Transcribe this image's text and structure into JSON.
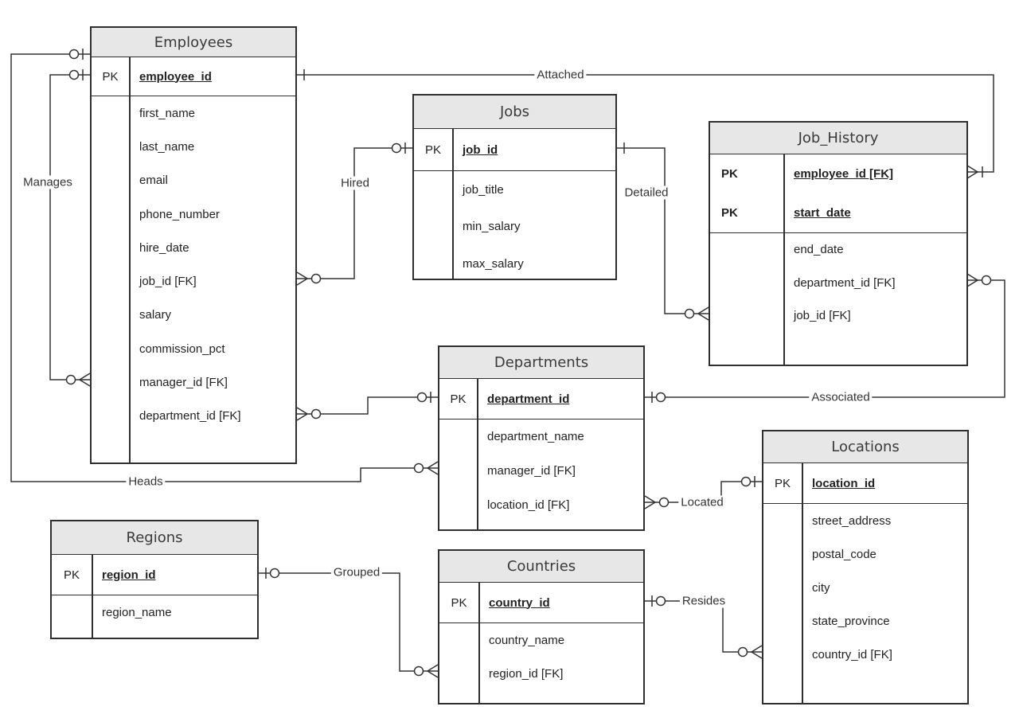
{
  "labels": {
    "pk": "PK"
  },
  "colors": {
    "header_fill": "#e7e7e7",
    "border": "#2f2f2f",
    "line": "#333333",
    "text": "#222222"
  },
  "tables": {
    "employees": {
      "name": "Employees",
      "primary_keys": [
        "employee_id"
      ],
      "fields": [
        "first_name",
        "last_name",
        "email",
        "phone_number",
        "hire_date",
        "job_id [FK]",
        "salary",
        "commission_pct",
        "manager_id [FK]",
        "department_id [FK]"
      ]
    },
    "jobs": {
      "name": "Jobs",
      "primary_keys": [
        "job_id"
      ],
      "fields": [
        "job_title",
        "min_salary",
        "max_salary"
      ]
    },
    "job_history": {
      "name": "Job_History",
      "primary_keys": [
        "employee_id [FK]",
        "start_date"
      ],
      "fields": [
        "end_date",
        "department_id [FK]",
        "job_id [FK]"
      ]
    },
    "departments": {
      "name": "Departments",
      "primary_keys": [
        "department_id"
      ],
      "fields": [
        "department_name",
        "manager_id [FK]",
        "location_id [FK]"
      ]
    },
    "locations": {
      "name": "Locations",
      "primary_keys": [
        "location_id"
      ],
      "fields": [
        "street_address",
        "postal_code",
        "city",
        "state_province",
        "country_id [FK]"
      ]
    },
    "regions": {
      "name": "Regions",
      "primary_keys": [
        "region_id"
      ],
      "fields": [
        "region_name"
      ]
    },
    "countries": {
      "name": "Countries",
      "primary_keys": [
        "country_id"
      ],
      "fields": [
        "country_name",
        "region_id [FK]"
      ]
    }
  },
  "relationships": {
    "manages": {
      "label": "Manages",
      "from": "Employees.employee_id",
      "to": "Employees.manager_id [FK]",
      "from_end": "zero-or-one",
      "to_end": "zero-or-many"
    },
    "heads": {
      "label": "Heads",
      "from": "Employees.employee_id",
      "to": "Departments.manager_id [FK]",
      "from_end": "zero-or-one",
      "to_end": "zero-or-many"
    },
    "hired": {
      "label": "Hired",
      "from": "Jobs.job_id",
      "to": "Employees.job_id [FK]",
      "from_end": "zero-or-one",
      "to_end": "zero-or-many"
    },
    "attached": {
      "label": "Attached",
      "from": "Employees.employee_id",
      "to": "Job_History.employee_id [FK]",
      "from_end": "one",
      "to_end": "one-or-many"
    },
    "detailed": {
      "label": "Detailed",
      "from": "Jobs.job_id",
      "to": "Job_History.job_id [FK]",
      "from_end": "one",
      "to_end": "zero-or-many"
    },
    "associated": {
      "label": "Associated",
      "from": "Departments.department_id",
      "to": "Job_History.department_id [FK]",
      "from_end": "one-or-zero",
      "to_end": "zero-or-many"
    },
    "assigned": {
      "label": "",
      "from": "Departments.department_id",
      "to": "Employees.department_id [FK]",
      "from_end": "zero-or-one",
      "to_end": "zero-or-many"
    },
    "located": {
      "label": "Located",
      "from": "Locations.location_id",
      "to": "Departments.location_id [FK]",
      "from_end": "zero-or-one",
      "to_end": "zero-or-many"
    },
    "grouped": {
      "label": "Grouped",
      "from": "Regions.region_id",
      "to": "Countries.region_id [FK]",
      "from_end": "one-or-zero",
      "to_end": "zero-or-many"
    },
    "resides": {
      "label": "Resides",
      "from": "Countries.country_id",
      "to": "Locations.country_id [FK]",
      "from_end": "one-or-zero",
      "to_end": "zero-or-many"
    }
  }
}
